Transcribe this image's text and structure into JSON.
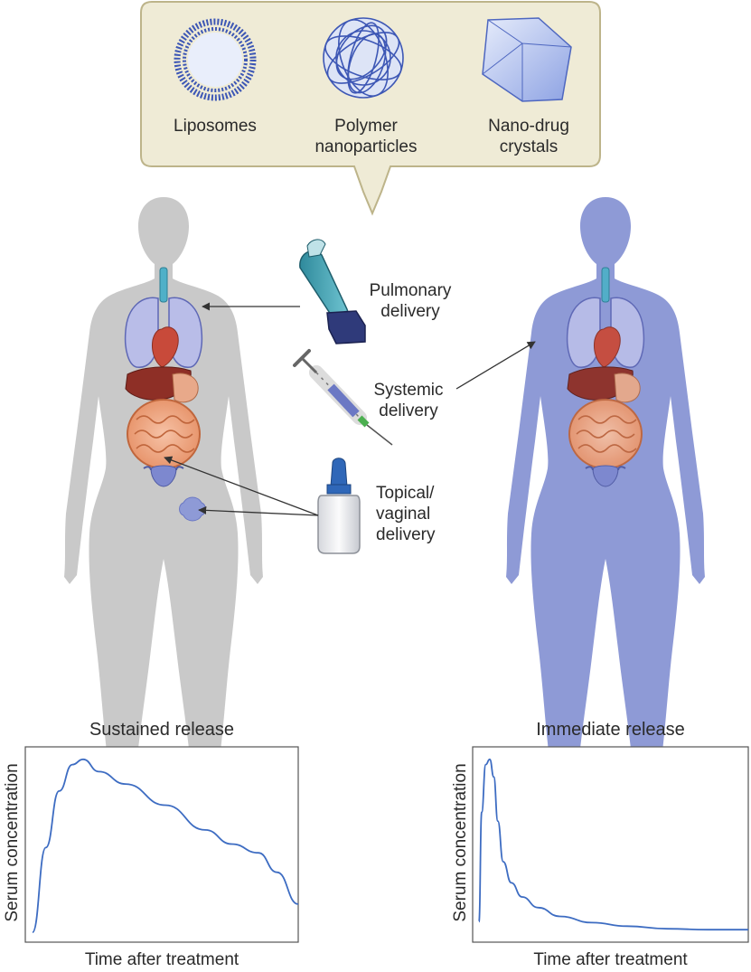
{
  "carriers": {
    "liposomes": "Liposomes",
    "polymer_line1": "Polymer",
    "polymer_line2": "nanoparticles",
    "crystals_line1": "Nano-drug",
    "crystals_line2": "crystals"
  },
  "routes": {
    "pulmonary_line1": "Pulmonary",
    "pulmonary_line2": "delivery",
    "systemic_line1": "Systemic",
    "systemic_line2": "delivery",
    "topical_line1": "Topical/",
    "topical_line2": "vaginal",
    "topical_line3": "delivery"
  },
  "colors": {
    "callout_fill": "#efebd6",
    "callout_stroke": "#bdb48a",
    "body_gray": "#c9c9c9",
    "body_blue": "#8e9ad6",
    "curve": "#3d6cc2",
    "nano_blue": "#3d57b5"
  },
  "chart_data": [
    {
      "type": "line",
      "title": "Sustained release",
      "xlabel": "Time after treatment",
      "ylabel": "Serum concentration",
      "x": [
        0,
        0.05,
        0.1,
        0.15,
        0.19,
        0.25,
        0.35,
        0.5,
        0.65,
        0.75,
        0.85,
        0.92,
        1.0
      ],
      "y": [
        0.02,
        0.5,
        0.82,
        0.97,
        1.0,
        0.93,
        0.86,
        0.74,
        0.6,
        0.52,
        0.47,
        0.36,
        0.18
      ],
      "xlim": [
        0,
        1
      ],
      "ylim": [
        0,
        1.05
      ]
    },
    {
      "type": "line",
      "title": "Immediate release",
      "xlabel": "Time after treatment",
      "ylabel": "Serum concentration",
      "x": [
        0,
        0.01,
        0.025,
        0.04,
        0.055,
        0.07,
        0.09,
        0.12,
        0.16,
        0.22,
        0.3,
        0.42,
        0.55,
        0.7,
        0.85,
        1.0
      ],
      "y": [
        0.08,
        0.7,
        0.97,
        1.0,
        0.9,
        0.65,
        0.42,
        0.3,
        0.22,
        0.16,
        0.11,
        0.075,
        0.055,
        0.04,
        0.035,
        0.035
      ],
      "xlim": [
        0,
        1
      ],
      "ylim": [
        0,
        1.05
      ]
    }
  ]
}
